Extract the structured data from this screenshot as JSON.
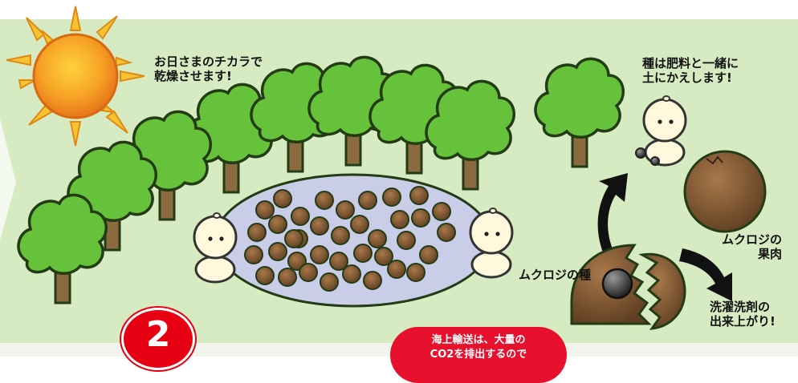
{
  "labels": {
    "sun_power": [
      "お日さまのチカラで",
      "乾燥させます!"
    ],
    "seeds_to_soil": [
      "種は肥料と一緒に",
      "土にかえします!"
    ],
    "flesh": [
      "ムクロジの",
      "果肉"
    ],
    "seed": "ムクロジの種",
    "detergent": [
      "洗濯洗剤の",
      "出来上がり!"
    ]
  },
  "step_number": "2",
  "shipping_note": [
    "海上輸送は、大量の",
    "CO2を排出するので"
  ],
  "colors": {
    "background": "#d7ebc2",
    "panel_edge": "#eaf4e0",
    "tree": "#66c23a",
    "tree_outline": "#233c16",
    "trunk": "#8a6a3e",
    "drying_sheet": "#c9cde8",
    "soapnut": "#7a5530",
    "sun_core": "#f39a1f",
    "sun_rays": "#f7c331",
    "step_badge": "#e60012"
  },
  "counts": {
    "drying_soapnuts": 37
  }
}
